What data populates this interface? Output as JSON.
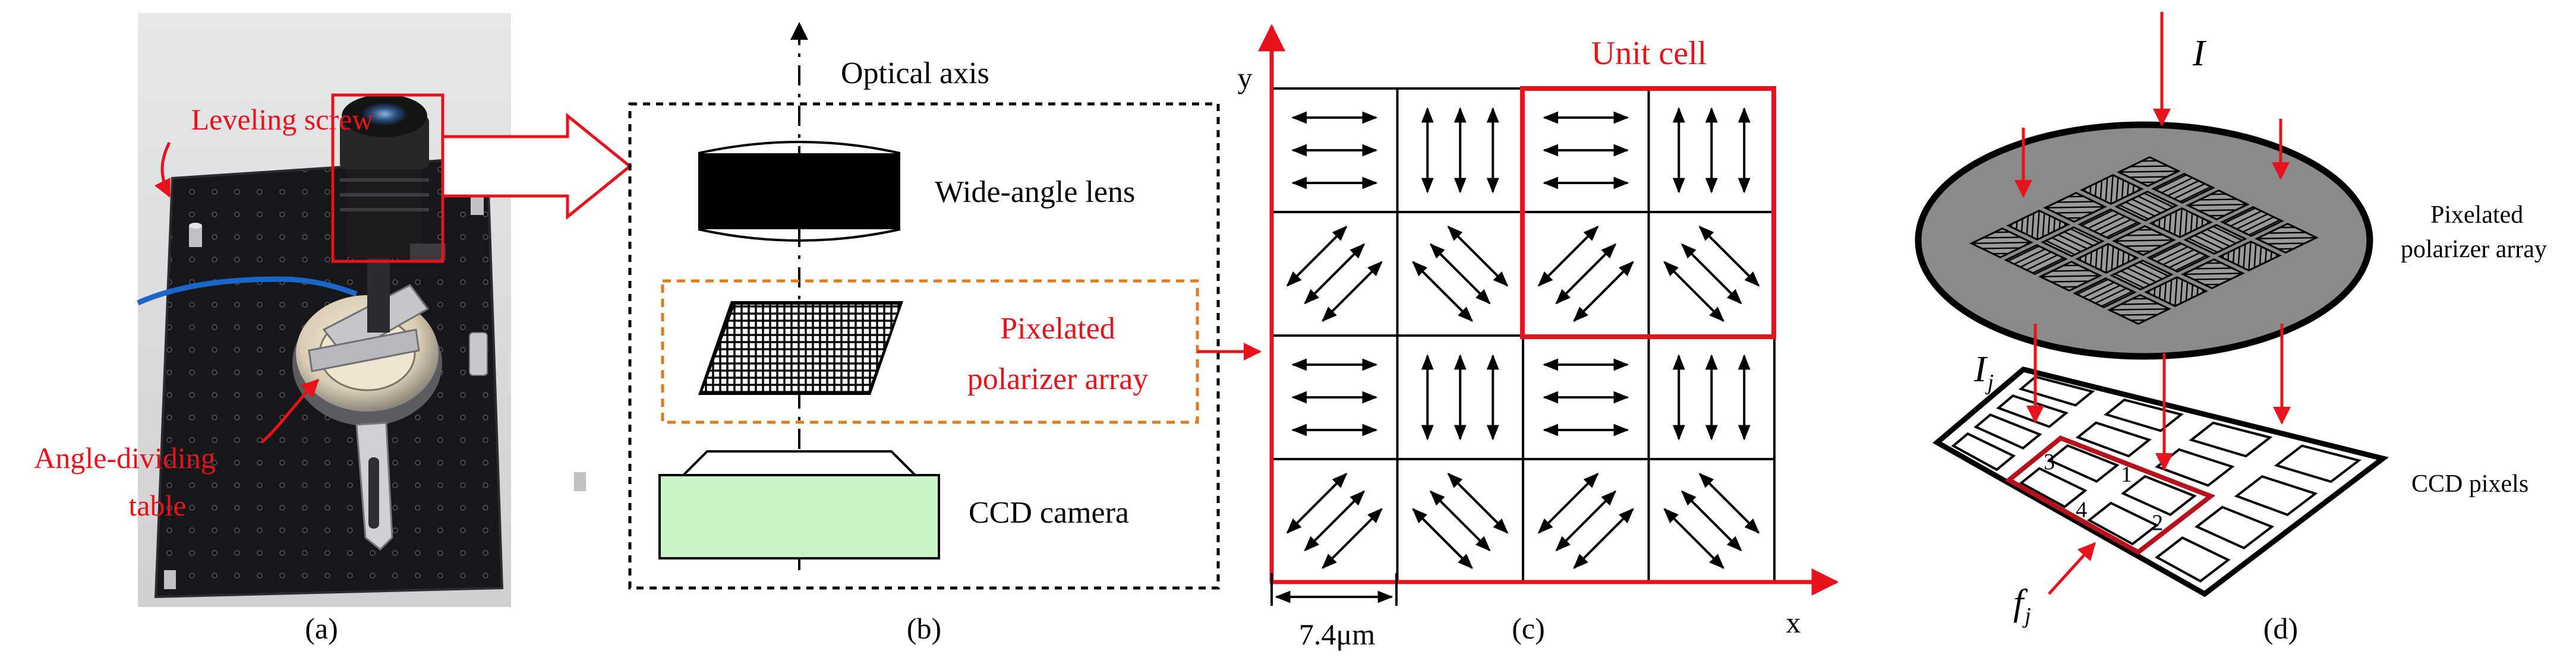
{
  "panel_a": {
    "label": "(a)",
    "leveling_screw": "Leveling screw",
    "angle_dividing_1": "Angle-dividing",
    "angle_dividing_2": "table"
  },
  "panel_b": {
    "label": "(b)",
    "optical_axis": "Optical axis",
    "wide_angle_lens": "Wide-angle lens",
    "pixelated_1": "Pixelated",
    "pixelated_2": "polarizer array",
    "ccd_camera": "CCD camera"
  },
  "panel_c": {
    "label": "(c)",
    "unit_cell": "Unit cell",
    "axis_x": "x",
    "axis_y": "y",
    "scale": "7.4μm",
    "grid_orientations": [
      [
        "h",
        "v",
        "h",
        "v"
      ],
      [
        "d1",
        "d2",
        "d1",
        "d2"
      ],
      [
        "h",
        "v",
        "h",
        "v"
      ],
      [
        "d1",
        "d2",
        "d1",
        "d2"
      ]
    ]
  },
  "panel_d": {
    "label": "(d)",
    "intensity": "I",
    "intensity_j": "I",
    "intensity_j_sub": "j",
    "f_j": "f",
    "f_j_sub": "j",
    "pixelated_1": "Pixelated",
    "pixelated_2": "polarizer array",
    "ccd_pixels": "CCD pixels",
    "pixel_numbers": [
      "1",
      "2",
      "3",
      "4"
    ]
  },
  "colors": {
    "red": "#e8121a",
    "orange_dash": "#e07a1f",
    "ccd_fill": "#c8f5c8",
    "polarizer_gray": "#8a8a8a",
    "dark_red": "#b5121b"
  }
}
